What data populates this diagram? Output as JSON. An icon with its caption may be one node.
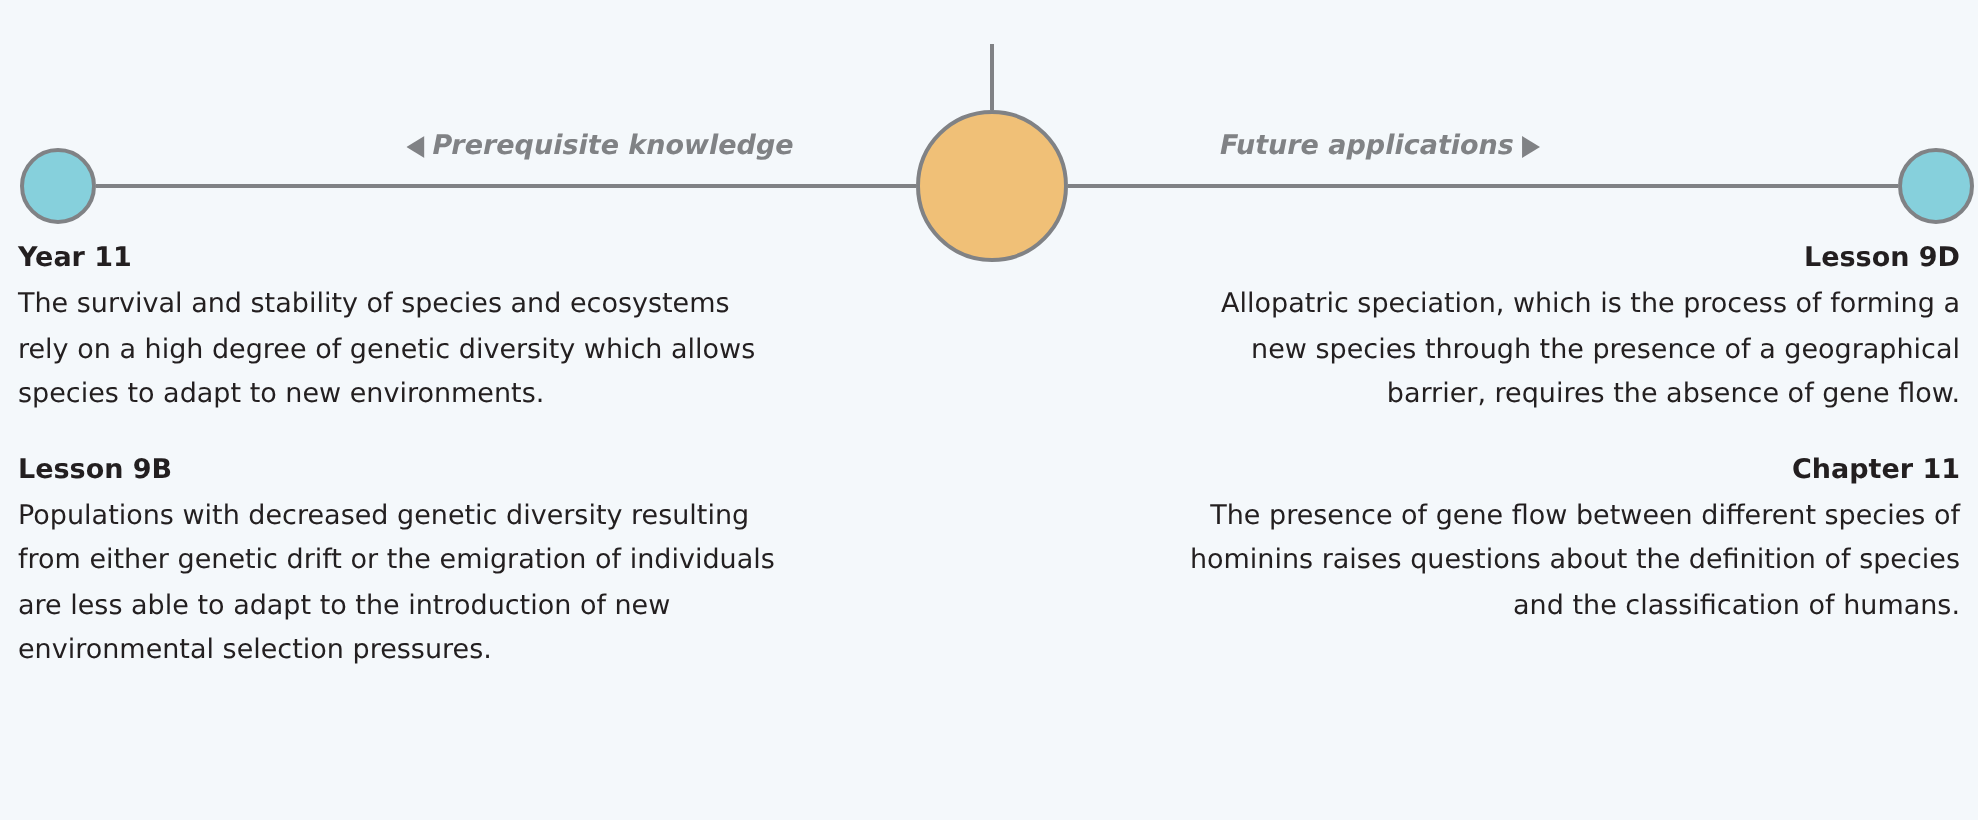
{
  "diagram": {
    "nodes": [
      {
        "text": [],
        "shape": "circle",
        "beside": [
          "Year 11",
          "The survival and stability of species and ecosystems rely on a high degree of genetic diversity which allows species to adapt to new environments.",
          "Lesson 9B",
          "Populations with decreased genetic diversity resulting from either genetic drift or the emigration of individuals are less able to adapt to the introduction of new environmental selection pressures."
        ]
      },
      {
        "text": [],
        "shape": "circle"
      },
      {
        "text": [],
        "shape": "circle",
        "beside": [
          "Lesson 9D",
          "Allopatric speciation, which is the process of forming a new species through the presence of a geographical barrier, requires the absence of gene flow.",
          "Chapter 11",
          "The presence of gene flow between different species of hominins raises questions about the definition of species and the classification of humans."
        ]
      }
    ],
    "edges": [
      {
        "from": null,
        "to": 1,
        "arrow": "none"
      },
      {
        "from": 1,
        "to": 0,
        "arrow": "none",
        "label": "Prerequisite knowledge"
      },
      {
        "from": 1,
        "to": 2,
        "arrow": "none",
        "label": "Future applications"
      }
    ]
  }
}
